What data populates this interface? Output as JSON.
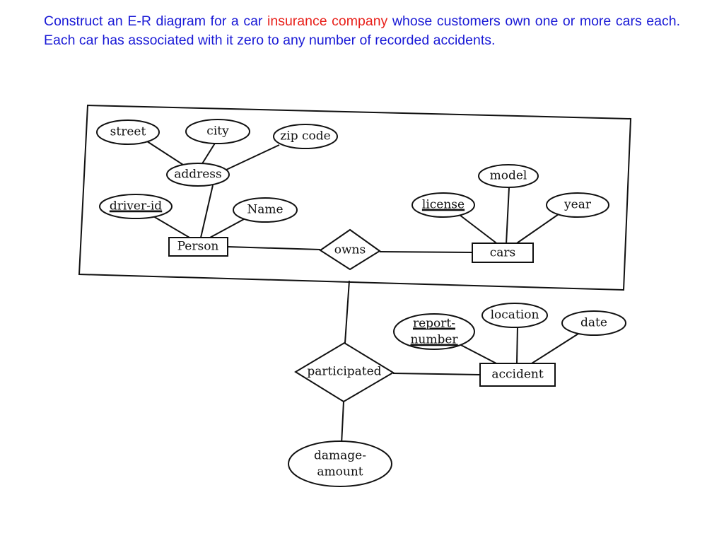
{
  "question": {
    "before": "Construct an E-R diagram for a car ",
    "highlight": "insurance company",
    "after": " whose customers own one or more cars each. Each car has associated with it zero to any number of recorded accidents.",
    "highlight_color": "#e8201a",
    "text_color": "#1a1ad6"
  },
  "diagram": {
    "entities": {
      "person": "Person",
      "cars": "cars",
      "accident": "accident"
    },
    "relationships": {
      "owns": "owns",
      "participated": "participated"
    },
    "attributes": {
      "street": "street",
      "city": "city",
      "zip_code": "zip code",
      "address": "address",
      "driver_id": "driver-id",
      "name": "Name",
      "model": "model",
      "license": "license",
      "year": "year",
      "report_number_1": "report-",
      "report_number_2": "number",
      "location": "location",
      "date": "date",
      "damage_amount_1": "damage-",
      "damage_amount_2": "amount"
    }
  }
}
